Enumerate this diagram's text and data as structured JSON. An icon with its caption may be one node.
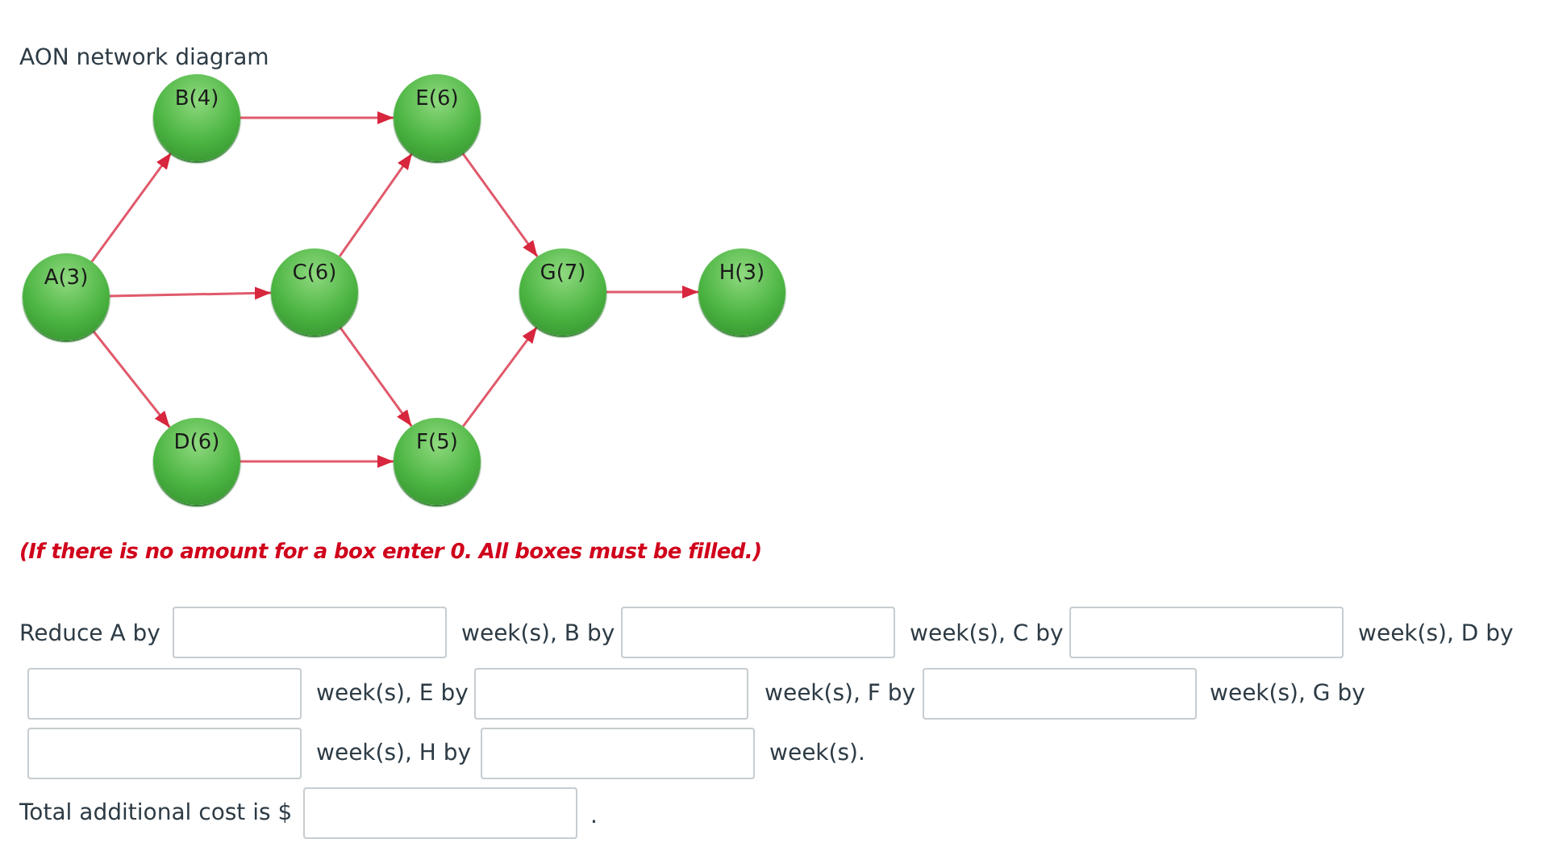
{
  "diagram": {
    "title": "AON network diagram",
    "nodes": [
      {
        "text": [
          "A(3)"
        ]
      },
      {
        "text": [
          "B(4)"
        ]
      },
      {
        "text": [
          "C(6)"
        ]
      },
      {
        "text": [
          "D(6)"
        ]
      },
      {
        "text": [
          "E(6)"
        ]
      },
      {
        "text": [
          "F(5)"
        ]
      },
      {
        "text": [
          "G(7)"
        ]
      },
      {
        "text": [
          "H(3)"
        ]
      }
    ],
    "edges": [
      {
        "from": 0,
        "to": 1,
        "arrow": "to"
      },
      {
        "from": 0,
        "to": 2,
        "arrow": "to"
      },
      {
        "from": 0,
        "to": 3,
        "arrow": "to"
      },
      {
        "from": 1,
        "to": 4,
        "arrow": "to"
      },
      {
        "from": 2,
        "to": 4,
        "arrow": "to"
      },
      {
        "from": 2,
        "to": 5,
        "arrow": "to"
      },
      {
        "from": 3,
        "to": 5,
        "arrow": "to"
      },
      {
        "from": 4,
        "to": 6,
        "arrow": "to"
      },
      {
        "from": 5,
        "to": 6,
        "arrow": "to"
      },
      {
        "from": 6,
        "to": 7,
        "arrow": "to"
      }
    ],
    "labels": [
      "(If there is no amount for a box enter 0. All boxes must be filled.)",
      "Reduce A by",
      "week(s), B by",
      "week(s), C by",
      "week(s), D by",
      "week(s), E by",
      "week(s), F by",
      "week(s), G by",
      "week(s), H by",
      "week(s).",
      "Total additional cost is $",
      "."
    ]
  }
}
